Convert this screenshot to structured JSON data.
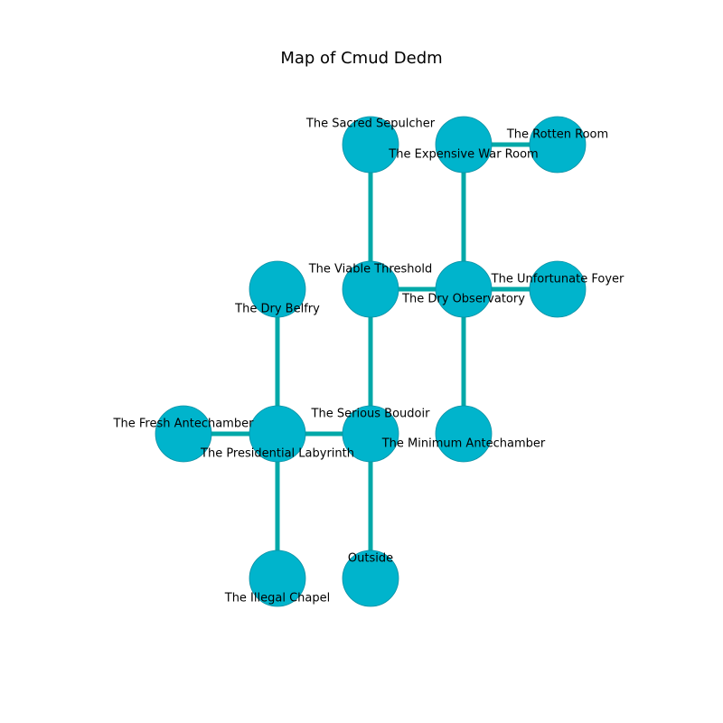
{
  "title": "Map of Cmud Dedm",
  "colors": {
    "node": "#00b4cc",
    "node_stroke": "#0a8fa3",
    "edge": "#00a8a8",
    "text": "#000000"
  },
  "rooms": [
    {
      "id": "sacred-sepulcher",
      "name": "The Sacred Sepulcher",
      "col": 2,
      "row": 0
    },
    {
      "id": "expensive-war-room",
      "name": "The Expensive War Room",
      "col": 3,
      "row": 0
    },
    {
      "id": "rotten-room",
      "name": "The Rotten Room",
      "col": 4,
      "row": 0
    },
    {
      "id": "dry-belfry",
      "name": "The Dry Belfry",
      "col": 1,
      "row": 1
    },
    {
      "id": "viable-threshold",
      "name": "The Viable Threshold",
      "col": 2,
      "row": 1
    },
    {
      "id": "dry-observatory",
      "name": "The Dry Observatory",
      "col": 3,
      "row": 1
    },
    {
      "id": "unfortunate-foyer",
      "name": "The Unfortunate Foyer",
      "col": 4,
      "row": 1
    },
    {
      "id": "fresh-antechamber",
      "name": "The Fresh Antechamber",
      "col": 0,
      "row": 2
    },
    {
      "id": "presidential-labyrinth",
      "name": "The Presidential Labyrinth",
      "col": 1,
      "row": 2
    },
    {
      "id": "serious-boudoir",
      "name": "The Serious Boudoir",
      "col": 2,
      "row": 2
    },
    {
      "id": "minimum-antechamber",
      "name": "The Minimum Antechamber",
      "col": 3,
      "row": 2
    },
    {
      "id": "illegal-chapel",
      "name": "The Illegal Chapel",
      "col": 1,
      "row": 3
    },
    {
      "id": "outside",
      "name": "Outside",
      "col": 2,
      "row": 3
    }
  ],
  "connections": [
    [
      "sacred-sepulcher",
      "viable-threshold"
    ],
    [
      "expensive-war-room",
      "rotten-room"
    ],
    [
      "expensive-war-room",
      "dry-observatory"
    ],
    [
      "viable-threshold",
      "dry-observatory"
    ],
    [
      "dry-observatory",
      "unfortunate-foyer"
    ],
    [
      "dry-observatory",
      "minimum-antechamber"
    ],
    [
      "viable-threshold",
      "serious-boudoir"
    ],
    [
      "dry-belfry",
      "presidential-labyrinth"
    ],
    [
      "fresh-antechamber",
      "presidential-labyrinth"
    ],
    [
      "presidential-labyrinth",
      "serious-boudoir"
    ],
    [
      "presidential-labyrinth",
      "illegal-chapel"
    ],
    [
      "serious-boudoir",
      "outside"
    ]
  ]
}
